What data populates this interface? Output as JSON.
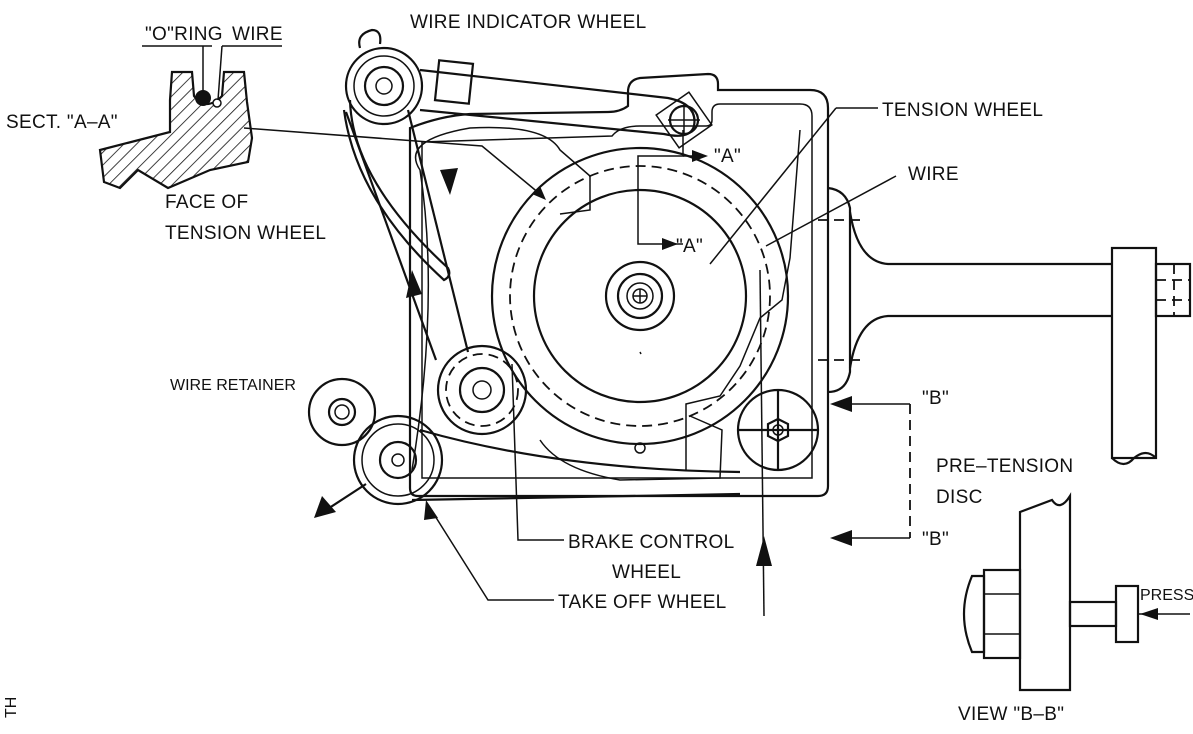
{
  "labels": {
    "o_ring": "\"O\"RING",
    "wire_top": "WIRE",
    "section_aa": "SECT. \"A–A\"",
    "face_of_tension_wheel_1": "FACE OF",
    "face_of_tension_wheel_2": "TENSION WHEEL",
    "wire_indicator_wheel": "WIRE INDICATOR WHEEL",
    "tension_wheel": "TENSION WHEEL",
    "wire": "WIRE",
    "a_upper": "\"A\"",
    "a_lower": "\"A\"",
    "wire_retainer": "WIRE RETAINER",
    "b_upper": "\"B\"",
    "b_lower": "\"B\"",
    "pre_tension_disc_1": "PRE–TENSION",
    "pre_tension_disc_2": "DISC",
    "brake_control_wheel_1": "BRAKE CONTROL",
    "brake_control_wheel_2": "WHEEL",
    "take_off_wheel": "TAKE OFF WHEEL",
    "press": "PRESS",
    "view_bb": "VIEW \"B–B\"",
    "corner_mark": "TH"
  }
}
